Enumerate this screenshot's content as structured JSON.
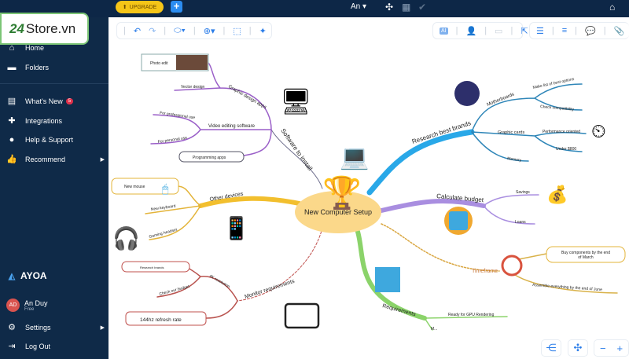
{
  "topbar": {
    "upgrade_label": "UPGRADE",
    "user": "An",
    "accent": "#2b8cf0"
  },
  "logo": {
    "number": "24",
    "text": "Store.vn"
  },
  "sidebar": {
    "items": [
      {
        "label": "Home",
        "icon": "home-icon"
      },
      {
        "label": "Folders",
        "icon": "folder-icon"
      },
      {
        "label": "What's New",
        "icon": "news-icon",
        "badge": "5"
      },
      {
        "label": "Integrations",
        "icon": "puzzle-icon"
      },
      {
        "label": "Help & Support",
        "icon": "chat-icon"
      },
      {
        "label": "Recommend",
        "icon": "thumbs-up-icon"
      }
    ],
    "brand": "AYOA",
    "user": {
      "initials": "AD",
      "name": "An Duy",
      "plan": "Free"
    },
    "settings": "Settings",
    "logout": "Log Out"
  },
  "toolbar": {
    "ai_label": "AI"
  },
  "map": {
    "central": "New Computer Setup",
    "software": {
      "label": "Software to install",
      "graphic": "Graphic design apps",
      "photo": "Photo edit",
      "vector": "Vector design",
      "video": "Video editing software",
      "pro": "For professional use",
      "personal": "For personal use",
      "programming": "Programming apps"
    },
    "research": {
      "label": "Research best brands",
      "motherboards": "Motherboards",
      "make_list": "Make list of best options",
      "compat": "Check compatibility",
      "graphic_cards": "Graphic cards",
      "perf": "Performance oriented",
      "under": "Under $800",
      "memory": "Memory"
    },
    "budget": {
      "label": "Calculate budget",
      "savings": "Savings",
      "loans": "Loans"
    },
    "timeframe": {
      "label": "Timeframe",
      "buy": "Buy components by the end",
      "buy2": "of March",
      "assemble": "Assemble everything by the end of June"
    },
    "requirements": {
      "label": "Requirements",
      "gpu": "Ready for GPU Rendering",
      "m": "M..."
    },
    "devices": {
      "label": "Other devices",
      "mouse": "New mouse",
      "keyboard": "New keyboard",
      "headset": "Gaming headset"
    },
    "monitor": {
      "label": "Monitor requirements",
      "brands": "Research brands",
      "res": "4K resolution",
      "budget": "Check our budget",
      "refresh": "144hz refresh rate"
    }
  }
}
